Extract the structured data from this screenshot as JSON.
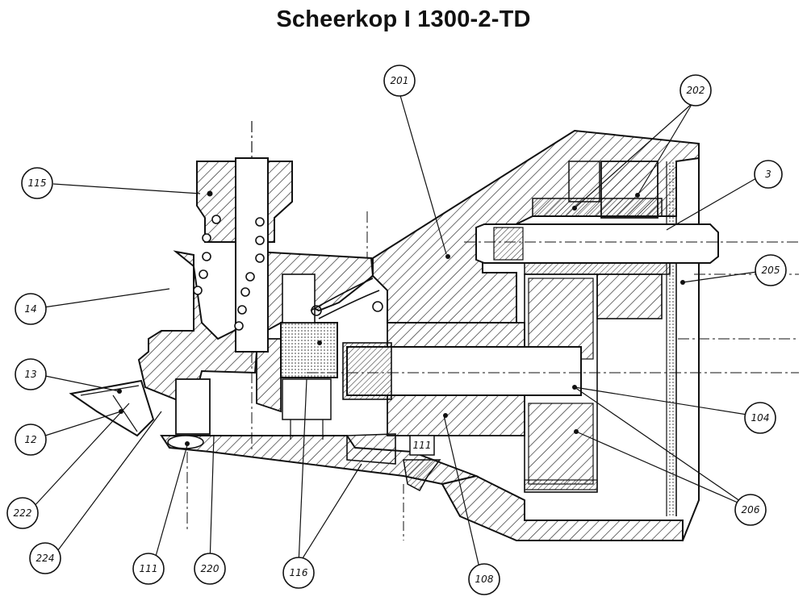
{
  "title": "Scheerkop I 1300-2-TD",
  "callouts": [
    {
      "id": "c115",
      "label": "115"
    },
    {
      "id": "c14",
      "label": "14"
    },
    {
      "id": "c13",
      "label": "13"
    },
    {
      "id": "c12",
      "label": "12"
    },
    {
      "id": "c222",
      "label": "222"
    },
    {
      "id": "c224",
      "label": "224"
    },
    {
      "id": "c111",
      "label": "111"
    },
    {
      "id": "c220",
      "label": "220"
    },
    {
      "id": "c116",
      "label": "116"
    },
    {
      "id": "c108",
      "label": "108"
    },
    {
      "id": "c201",
      "label": "201"
    },
    {
      "id": "c202",
      "label": "202"
    },
    {
      "id": "c3",
      "label": "3"
    },
    {
      "id": "c205",
      "label": "205"
    },
    {
      "id": "c104",
      "label": "104"
    },
    {
      "id": "c206",
      "label": "206"
    }
  ],
  "part_marks": {
    "m111": "111"
  }
}
